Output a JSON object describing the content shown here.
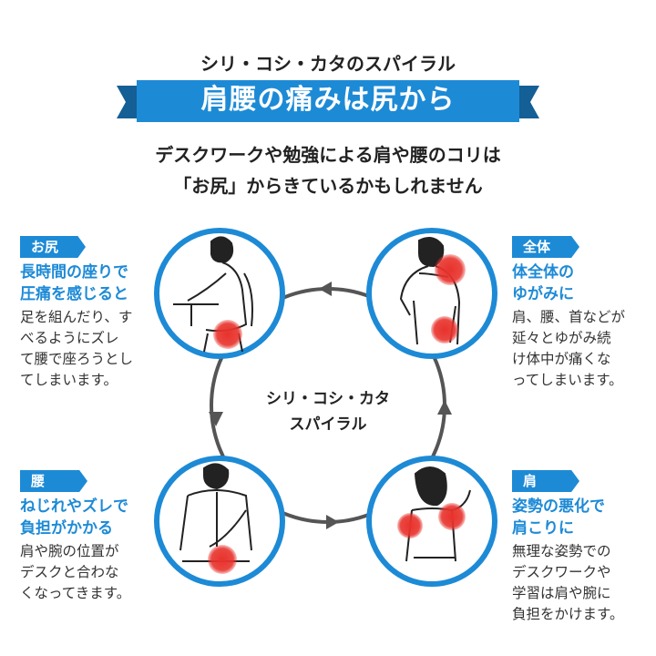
{
  "header": {
    "subtitle": "シリ・コシ・カタのスパイラル",
    "title": "肩腰の痛みは尻から",
    "intro_line1": "デスクワークや勉強による肩や腰のコリは",
    "intro_line2": "「お尻」からきているかもしれません"
  },
  "center": {
    "line1": "シリ・コシ・カタ",
    "line2": "スパイラル"
  },
  "sections": {
    "oshiri": {
      "tag": "お尻",
      "heading": [
        "長時間の座りで",
        "圧痛を感じると"
      ],
      "body": [
        "足を組んだり、す",
        "べるようにズレ",
        "て腰で座ろうとし",
        "てしまいます。"
      ]
    },
    "zentai": {
      "tag": "全体",
      "heading": [
        "体全体の",
        "ゆがみに"
      ],
      "body": [
        "肩、腰、首などが",
        "延々とゆがみ続",
        "け体中が痛くな",
        "ってしまいます。"
      ]
    },
    "koshi": {
      "tag": "腰",
      "heading": [
        "ねじれやズレで",
        "負担がかかる"
      ],
      "body": [
        "肩や腕の位置が",
        "デスクと合わな",
        "くなってきます。"
      ]
    },
    "kata": {
      "tag": "肩",
      "heading": [
        "姿勢の悪化で",
        "肩こりに"
      ],
      "body": [
        "無理な姿勢での",
        "デスクワークや",
        "学習は肩や腕に",
        "負担をかけます。"
      ]
    }
  },
  "colors": {
    "accent": "#1d8ad6",
    "banner_dark": "#135f96",
    "pain": "#e8322c",
    "cycle": "#555555"
  }
}
